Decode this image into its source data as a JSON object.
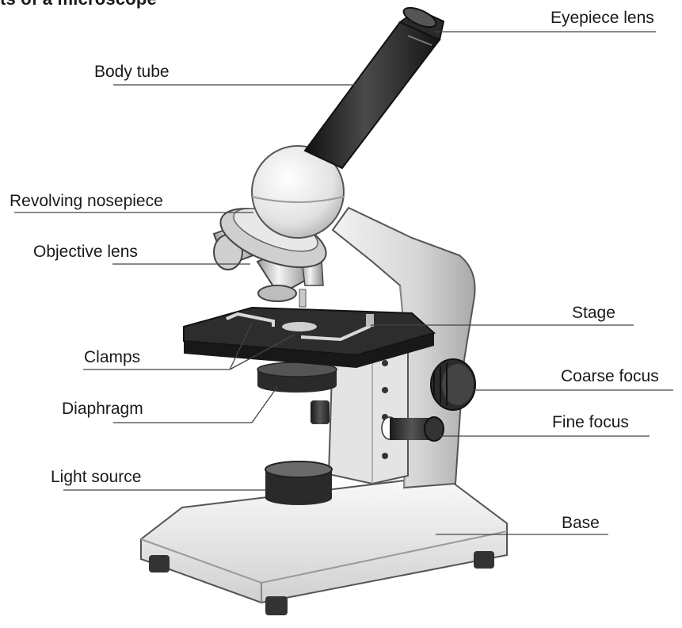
{
  "title": "ts of a microscope",
  "labels": {
    "eyepiece": "Eyepiece lens",
    "body_tube": "Body tube",
    "nosepiece": "Revolving nosepiece",
    "objective": "Objective lens",
    "stage": "Stage",
    "clamps": "Clamps",
    "coarse": "Coarse focus",
    "diaphragm": "Diaphragm",
    "fine": "Fine focus",
    "light": "Light source",
    "base": "Base"
  }
}
